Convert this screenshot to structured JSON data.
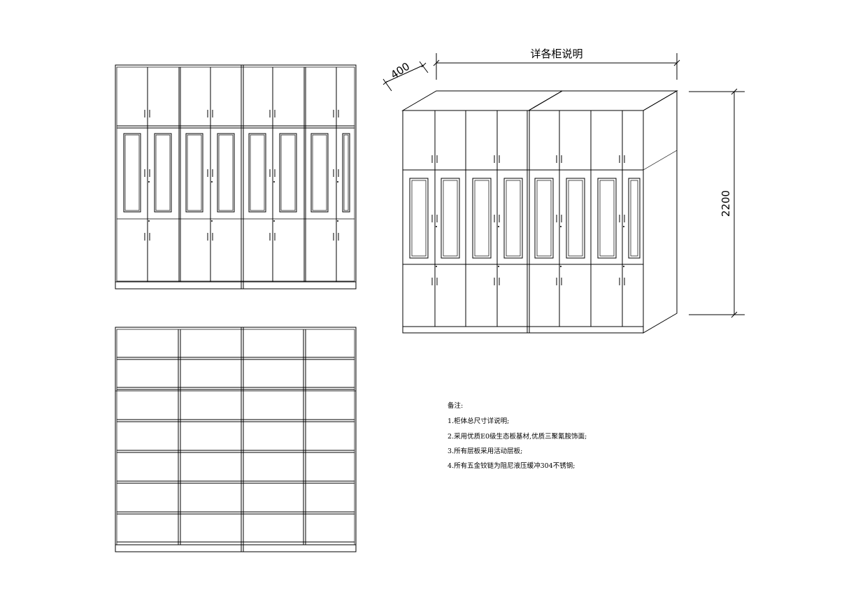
{
  "dimensions": {
    "depth": "400",
    "width": "详各柜说明",
    "height": "2200"
  },
  "notes": {
    "title": "备注:",
    "items": [
      "1.柜体总尺寸详说明;",
      "2.采用优质E0级生态板基材,优质三聚氰胺饰面;",
      "3.所有层板采用活动层板;",
      "4.所有五金铰链为阻尼液压缓冲304不锈钢;"
    ]
  }
}
